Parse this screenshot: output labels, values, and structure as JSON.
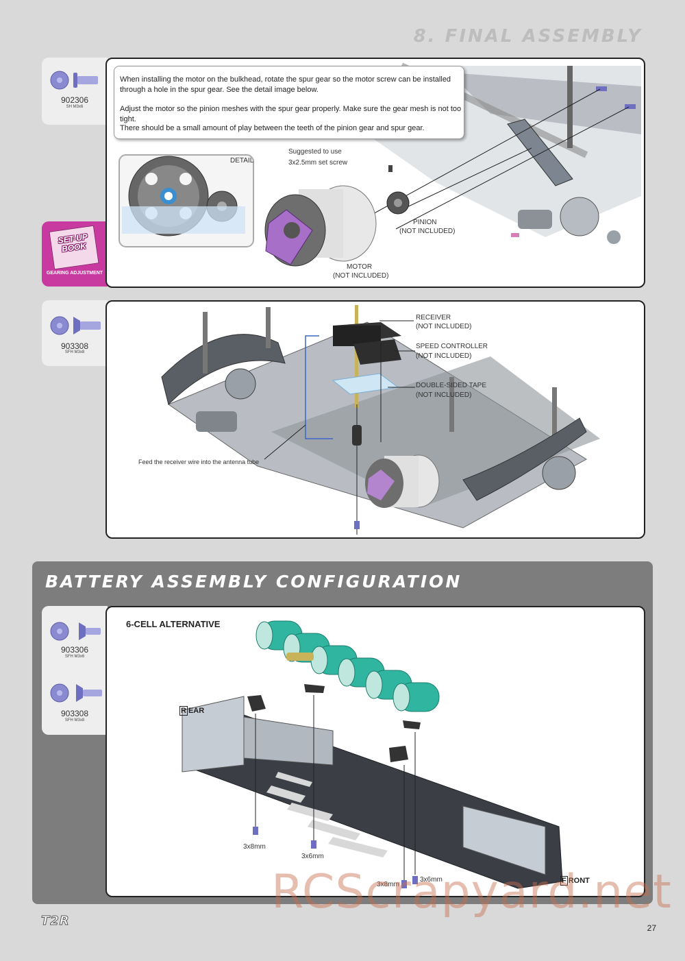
{
  "header": {
    "section_title": "8. FINAL ASSEMBLY"
  },
  "parts": {
    "step1": {
      "code": "902306",
      "sub": "SH M3x6"
    },
    "step2": {
      "code": "903308",
      "sub": "SFH M3x8"
    },
    "battery_a": {
      "code": "903306",
      "sub": "SFH M3x6"
    },
    "battery_b": {
      "code": "903308",
      "sub": "SFH M3x8"
    }
  },
  "setup_tab": {
    "book_line1": "SET-UP",
    "book_line2": "BOOK",
    "caption": "GEARING ADJUSTMENT"
  },
  "step1": {
    "note_p1": "When installing the motor on the bulkhead, rotate the spur gear so the motor screw can be installed through a hole in the spur gear. See the detail image below.",
    "note_p2": "Adjust the motor so the pinion meshes with the spur gear properly. Make sure the gear mesh is not too tight.",
    "note_p3": "There should be a small amount of play between the teeth of the pinion gear and spur gear.",
    "detail_label": "DETAIL",
    "setscrew_line1": "Suggested to use",
    "setscrew_line2": "3x2.5mm set screw",
    "pinion_line1": "PINION",
    "pinion_line2": "(NOT INCLUDED)",
    "motor_line1": "MOTOR",
    "motor_line2": "(NOT INCLUDED)"
  },
  "step2": {
    "receiver_line1": "RECEIVER",
    "receiver_line2": "(NOT INCLUDED)",
    "esc_line1": "SPEED CONTROLLER",
    "esc_line2": "(NOT INCLUDED)",
    "tape_line1": "DOUBLE-SIDED TAPE",
    "tape_line2": "(NOT INCLUDED)",
    "antenna_note": "Feed the receiver wire into the antenna tube"
  },
  "battery": {
    "title": "BATTERY ASSEMBLY CONFIGURATION",
    "panel_title": "6-CELL ALTERNATIVE",
    "rear_initial": "R",
    "rear_rest": "EAR",
    "front_initial": "F",
    "front_rest": "RONT",
    "screw_labels": [
      "3x8mm",
      "3x6mm",
      "3x8mm",
      "3x6mm"
    ]
  },
  "footer": {
    "logo": "T2R",
    "page_number": "27",
    "watermark": "RCScrapyard.net"
  },
  "colors": {
    "screw": "#8a8ad0",
    "setup_tab": "#c93aa0",
    "battery_cells": "#2fb5a0",
    "chassis": "#3b3f45"
  }
}
